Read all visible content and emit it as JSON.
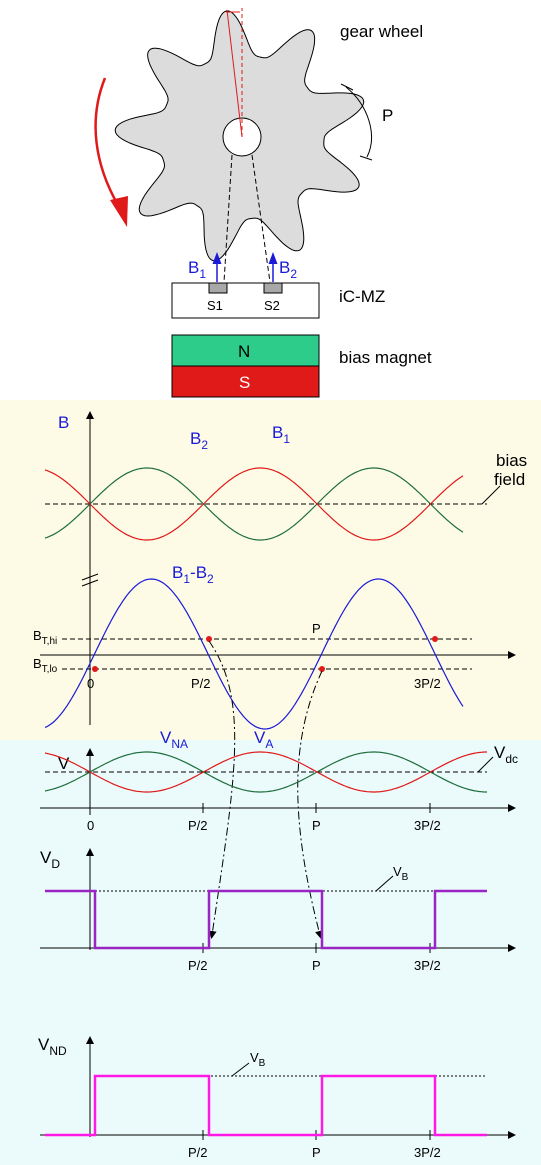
{
  "labels": {
    "gear_wheel": "gear wheel",
    "pitch": "P",
    "b1": "B",
    "b1_sub": "1",
    "b2": "B",
    "b2_sub": "2",
    "chip": "iC-MZ",
    "s1": "S1",
    "s2": "S2",
    "north": "N",
    "south": "S",
    "bias_magnet": "bias magnet"
  },
  "panel_b": {
    "axis_label": "B",
    "curve_b2": "B",
    "curve_b2_sub": "2",
    "curve_b1": "B",
    "curve_b1_sub": "1",
    "bias_line1": "bias",
    "bias_line2": "field",
    "diff_main": "B",
    "diff_sub1": "1",
    "diff_mid": "-B",
    "diff_sub2": "2",
    "bthi_main": "B",
    "bthi_sub": "T,hi",
    "btlo_main": "B",
    "btlo_sub": "T,lo",
    "ticks": [
      "0",
      "P/2",
      "P",
      "3P/2"
    ]
  },
  "panel_v": {
    "axis_label": "V",
    "vna_main": "V",
    "vna_sub": "NA",
    "va_main": "V",
    "va_sub": "A",
    "vdc_main": "V",
    "vdc_sub": "dc",
    "ticks": [
      "0",
      "P/2",
      "P",
      "3P/2"
    ]
  },
  "panel_vd": {
    "axis_main": "V",
    "axis_sub": "D",
    "vb_main": "V",
    "vb_sub": "B",
    "ticks": [
      "P/2",
      "P",
      "3P/2"
    ]
  },
  "panel_vnd": {
    "axis_main": "V",
    "axis_sub": "ND",
    "vb_main": "V",
    "vb_sub": "B",
    "ticks": [
      "P/2",
      "P",
      "3P/2"
    ]
  },
  "colors": {
    "panel_yellow": "#fdfbe6",
    "panel_cyan": "#ebfbfb",
    "gear": "#dcdcdc",
    "red": "#e01919",
    "green": "#1e6e3c",
    "blue": "#1a1ad8",
    "purple": "#9a24c4",
    "magenta": "#ff19e6",
    "magnet_north": "#2ecc8a",
    "magnet_south": "#e01919"
  }
}
